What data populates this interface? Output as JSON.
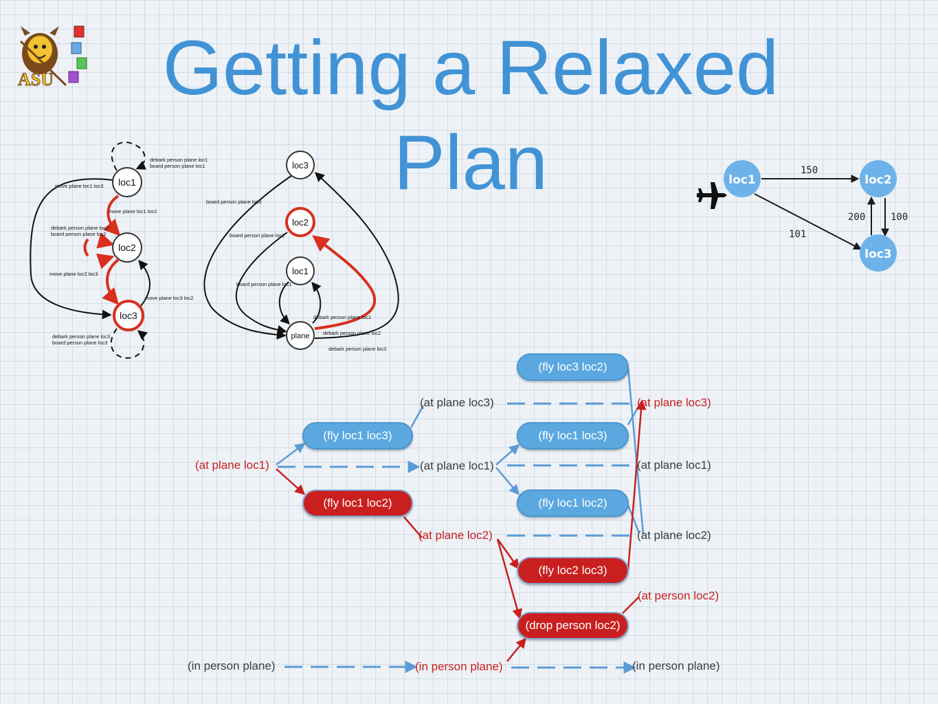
{
  "title": "Getting a Relaxed Plan",
  "logo": {
    "text": "ASU"
  },
  "colors": {
    "title": "#4193d6",
    "action_blue": "#5ba8e0",
    "action_red": "#c9201f",
    "edge_blue": "#5b9bd5",
    "edge_red": "#c9201f",
    "node_red_ring": "#d8301e"
  },
  "graph1": {
    "nodes": [
      "loc1",
      "loc2",
      "loc3"
    ],
    "edge_labels": {
      "loc1_loop": "debark person plane loc1\nboard person plane loc1",
      "loc1_loc3": "move plane loc1 loc3",
      "loc1_loc2": "move plane loc1 loc2",
      "loc2_person": "debark person plane loc2\nboard person plane loc2",
      "loc2_loc3": "move plane loc2 loc3",
      "loc3_loc2": "move plane loc3 loc2",
      "loc3_loop": "debark person plane loc3\nboard person plane loc3"
    }
  },
  "graph2": {
    "nodes": [
      "loc3",
      "loc2",
      "loc1",
      "plane"
    ],
    "edge_labels": {
      "board3": "board person plane loc3",
      "board2": "board person plane loc2",
      "board1": "board person plane loc1",
      "debark1": "debark person plane loc1",
      "debark2": "debark person plane loc2",
      "debark3": "debark person plane loc3"
    }
  },
  "map": {
    "icon": "airplane-icon",
    "nodes": [
      "loc1",
      "loc2",
      "loc3"
    ],
    "weights": {
      "loc1_loc2": "150",
      "loc1_loc3": "101",
      "loc3_loc2": "200",
      "loc2_loc3": "100"
    }
  },
  "planning_graph": {
    "actions": {
      "fly_loc3_loc2": "(fly loc3 loc2)",
      "fly_loc1_loc3_a": "(fly loc1 loc3)",
      "fly_loc1_loc3_b": "(fly loc1 loc3)",
      "fly_loc1_loc2_a": "(fly loc1 loc2)",
      "fly_loc1_loc2_b": "(fly loc1 loc2)",
      "fly_loc2_loc3": "(fly loc2 loc3)",
      "drop_person_loc2": "(drop person loc2)"
    },
    "props": {
      "l0_at_plane_loc1": "(at plane loc1)",
      "l0_in_person_plane": "(in person plane)",
      "l1_at_plane_loc3": "(at plane loc3)",
      "l1_at_plane_loc1": "(at plane loc1)",
      "l1_at_plane_loc2": "(at plane loc2)",
      "l1_in_person_plane": "(in person plane)",
      "l2_at_plane_loc3": "(at plane loc3)",
      "l2_at_plane_loc1": "(at plane loc1)",
      "l2_at_plane_loc2": "(at plane loc2)",
      "l2_at_person_loc2": "(at person loc2)",
      "l2_in_person_plane": "(in person plane)"
    }
  }
}
